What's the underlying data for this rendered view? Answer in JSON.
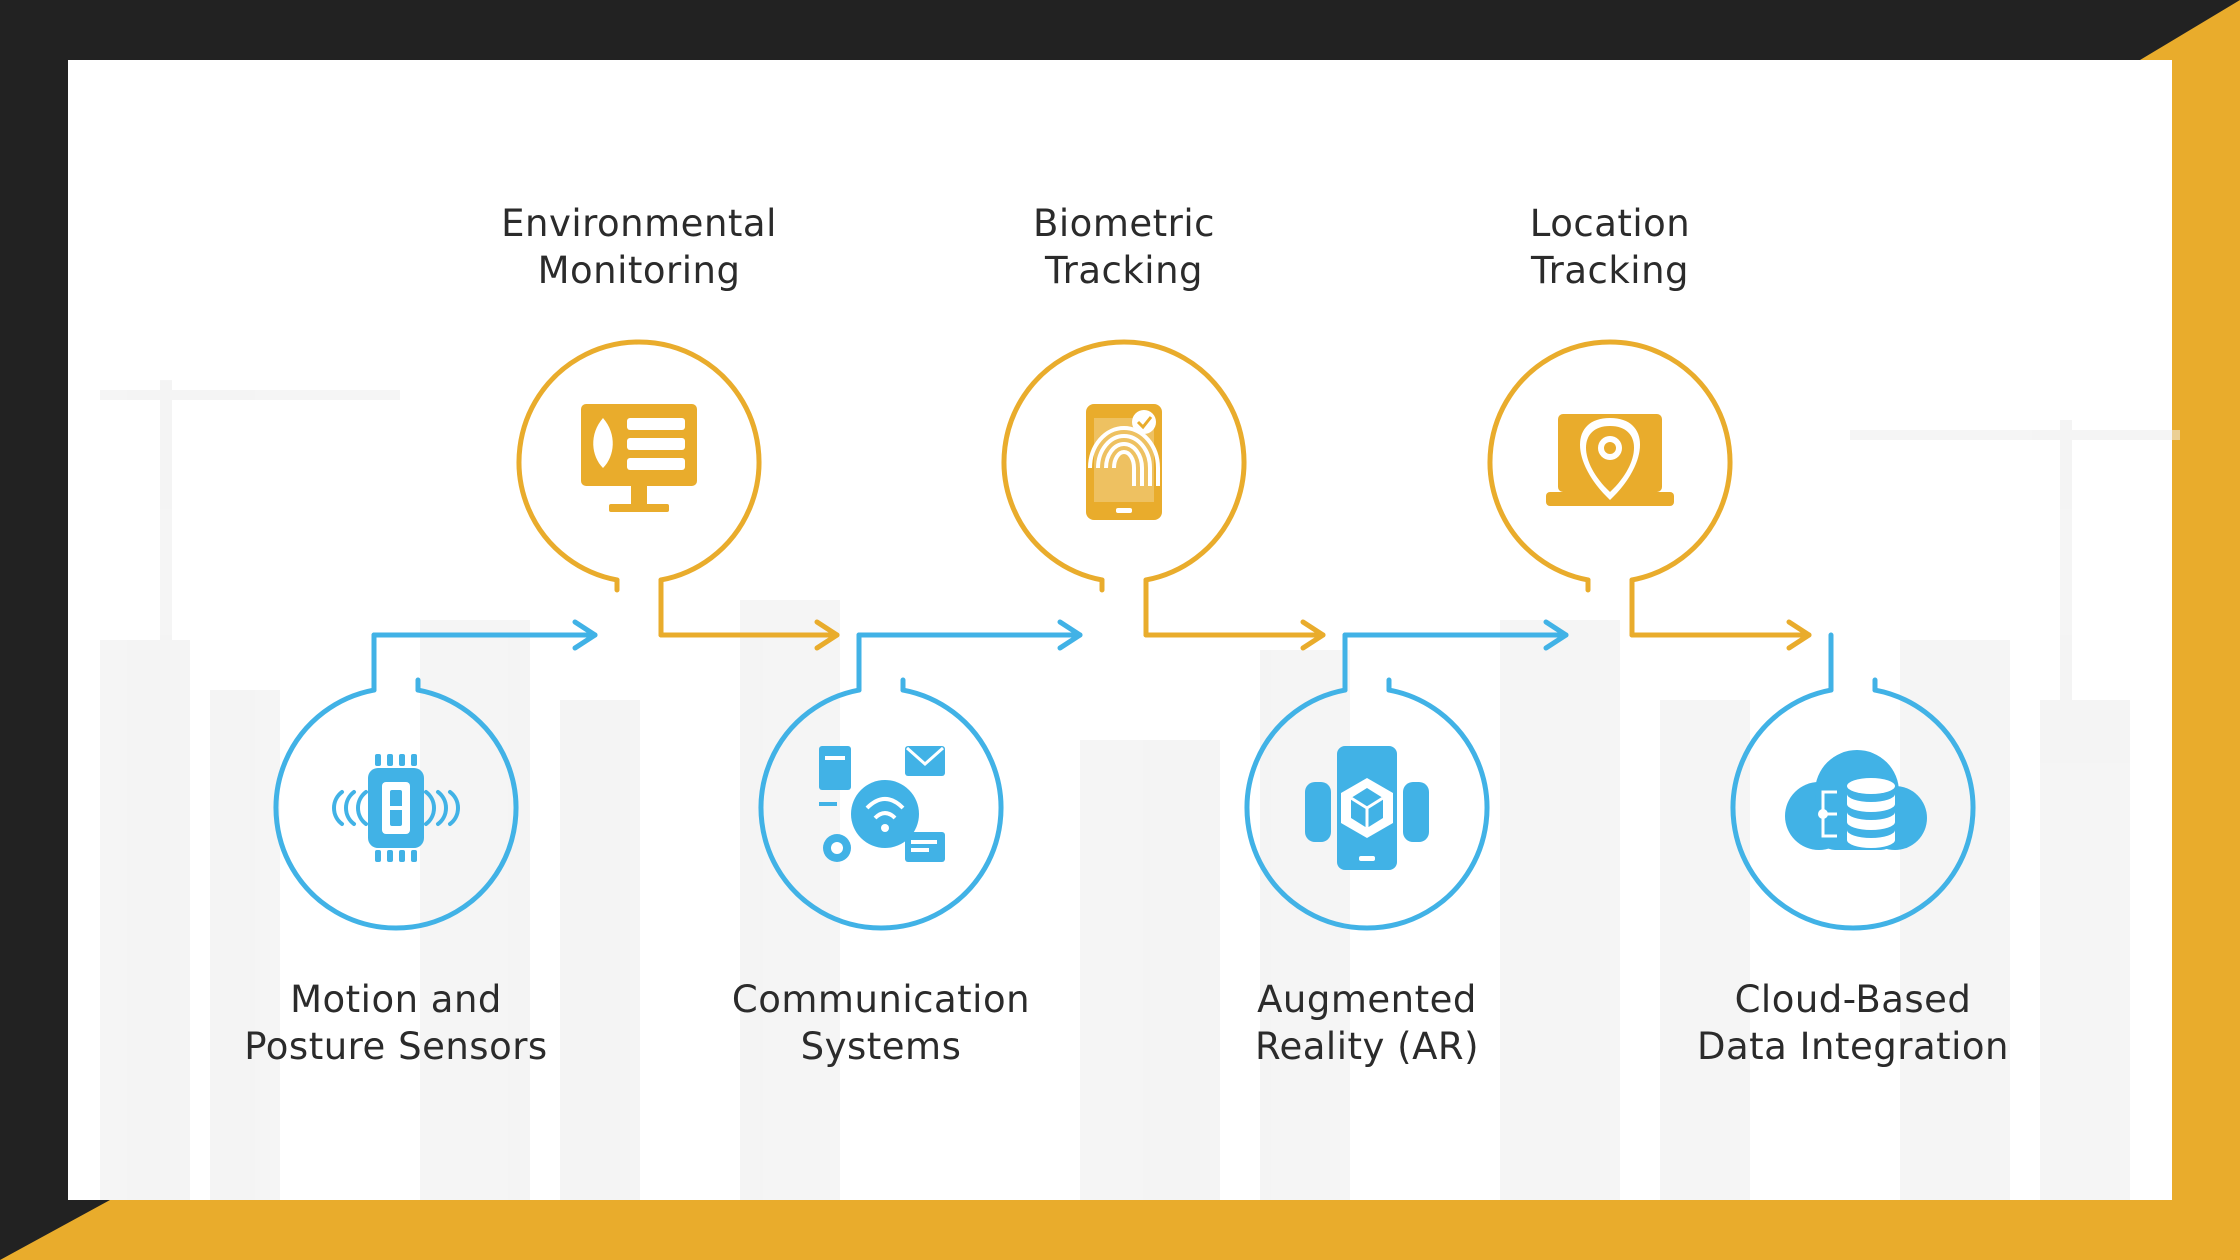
{
  "colors": {
    "frame_dark": "#222222",
    "frame_accent": "#e9ac2c",
    "panel": "#ffffff",
    "yellow": "#e9ac2c",
    "blue": "#41b2e6",
    "text": "#2b2b2b"
  },
  "steps": [
    {
      "label": "Motion and\nPosture Sensors",
      "color": "blue",
      "icon": "motion-sensor-chip-icon",
      "row": "bottom"
    },
    {
      "label": "Environmental\nMonitoring",
      "color": "yellow",
      "icon": "environment-monitor-icon",
      "row": "top"
    },
    {
      "label": "Communication\nSystems",
      "color": "blue",
      "icon": "communication-network-icon",
      "row": "bottom"
    },
    {
      "label": "Biometric\nTracking",
      "color": "yellow",
      "icon": "fingerprint-phone-icon",
      "row": "top"
    },
    {
      "label": "Augmented\nReality (AR)",
      "color": "blue",
      "icon": "ar-phone-cube-icon",
      "row": "bottom"
    },
    {
      "label": "Location\nTracking",
      "color": "yellow",
      "icon": "location-laptop-icon",
      "row": "top"
    },
    {
      "label": "Cloud-Based\nData Integration",
      "color": "blue",
      "icon": "cloud-database-icon",
      "row": "bottom"
    }
  ]
}
